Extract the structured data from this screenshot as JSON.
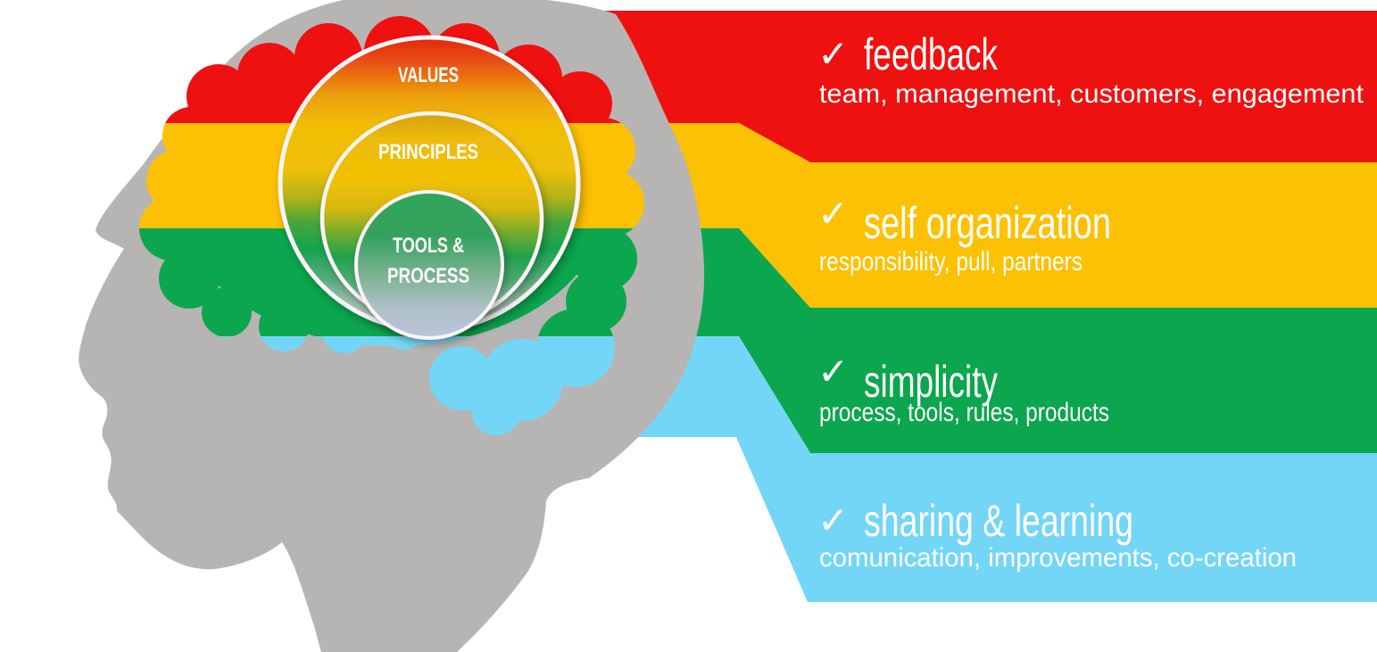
{
  "colors": {
    "red": "#EF1110",
    "yellow": "#FCC104",
    "green": "#0BA64E",
    "blue": "#74D6F7",
    "head_gray": "#B6B5B3",
    "text_white": "#FFFFFF"
  },
  "brain": {
    "rings": [
      {
        "label": "VALUES"
      },
      {
        "label": "PRINCIPLES"
      },
      {
        "label_line1": "TOOLS &",
        "label_line2": "PROCESS"
      }
    ]
  },
  "bands": [
    {
      "check": "✓",
      "title": "feedback",
      "subtitle": "team, management, customers, engagement",
      "color": "#EF1110"
    },
    {
      "check": "✓",
      "title": "self organization",
      "subtitle": "responsibility, pull, partners",
      "color": "#FCC104"
    },
    {
      "check": "✓",
      "title": "simplicity",
      "subtitle": "process, tools, rules, products",
      "color": "#0BA64E"
    },
    {
      "check": "✓",
      "title": "sharing & learning",
      "subtitle": "comunication, improvements, co-creation",
      "color": "#74D6F7"
    }
  ]
}
